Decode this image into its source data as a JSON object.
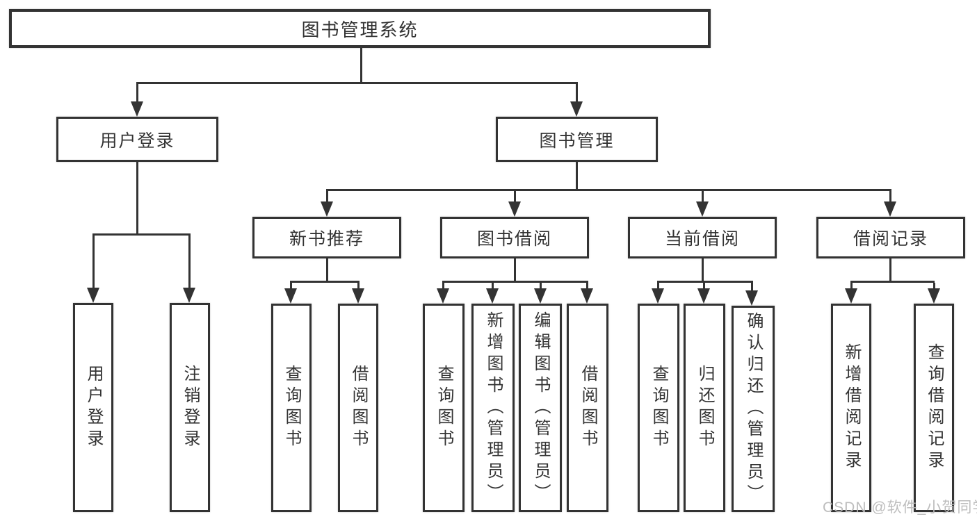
{
  "diagram": {
    "type": "tree",
    "orientation": "top-down",
    "colors": {
      "line": "#333333",
      "border": "#333333",
      "text": "#333333",
      "background": "#ffffff",
      "watermark": "#b9b9b9"
    },
    "tree": {
      "label": "图书管理系统",
      "children": [
        {
          "label": "用户登录",
          "children": [
            {
              "label": "用户登录"
            },
            {
              "label": "注销登录"
            }
          ]
        },
        {
          "label": "图书管理",
          "children": [
            {
              "label": "新书推荐",
              "children": [
                {
                  "label": "查询图书"
                },
                {
                  "label": "借阅图书"
                }
              ]
            },
            {
              "label": "图书借阅",
              "children": [
                {
                  "label": "查询图书"
                },
                {
                  "label": "新增图书（管理员）"
                },
                {
                  "label": "编辑图书（管理员）"
                },
                {
                  "label": "借阅图书"
                }
              ]
            },
            {
              "label": "当前借阅",
              "children": [
                {
                  "label": "查询图书"
                },
                {
                  "label": "归还图书"
                },
                {
                  "label": "确认归还（管理员）"
                }
              ]
            },
            {
              "label": "借阅记录",
              "children": [
                {
                  "label": "新增借阅记录"
                },
                {
                  "label": "查询借阅记录"
                }
              ]
            }
          ]
        }
      ]
    },
    "watermark": {
      "text": "CSDN @软件_小贺同学"
    }
  }
}
